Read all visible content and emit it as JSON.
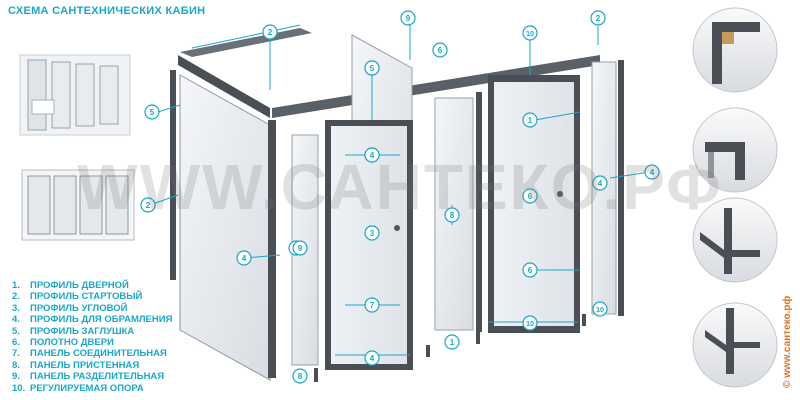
{
  "title": "СХЕМА САНТЕХНИЧЕСКИХ КАБИН",
  "legend": [
    {
      "num": "1.",
      "label": "ПРОФИЛЬ ДВЕРНОЙ"
    },
    {
      "num": "2.",
      "label": "ПРОФИЛЬ СТАРТОВЫЙ"
    },
    {
      "num": "3.",
      "label": "ПРОФИЛЬ УГЛОВОЙ"
    },
    {
      "num": "4.",
      "label": "ПРОФИЛЬ ДЛЯ ОБРАМЛЕНИЯ"
    },
    {
      "num": "5.",
      "label": "ПРОФИЛЬ ЗАГЛУШКА"
    },
    {
      "num": "6.",
      "label": "ПОЛОТНО ДВЕРИ"
    },
    {
      "num": "7.",
      "label": "ПАНЕЛЬ СОЕДИНИТЕЛЬНАЯ"
    },
    {
      "num": "8.",
      "label": "ПАНЕЛЬ ПРИСТЕННАЯ"
    },
    {
      "num": "9.",
      "label": "ПАНЕЛЬ РАЗДЕЛИТЕЛЬНАЯ"
    },
    {
      "num": "10.",
      "label": "РЕГУЛИРУЕМАЯ ОПОРА"
    }
  ],
  "watermark": "WWW.САНТЕКО.РФ",
  "brand": "© www.сантеко.рф",
  "callouts": [
    "2",
    "2",
    "9",
    "6",
    "5",
    "2",
    "2",
    "5",
    "4",
    "4",
    "9",
    "3",
    "8",
    "6",
    "7",
    "6",
    "4",
    "4",
    "8",
    "1",
    "10",
    "10",
    "10",
    "1",
    "5",
    "4",
    "4"
  ],
  "colors": {
    "accent": "#1aa7c8",
    "brand": "#e0701a",
    "profile": "#4a4f56",
    "panel": "#e6e9ec"
  }
}
